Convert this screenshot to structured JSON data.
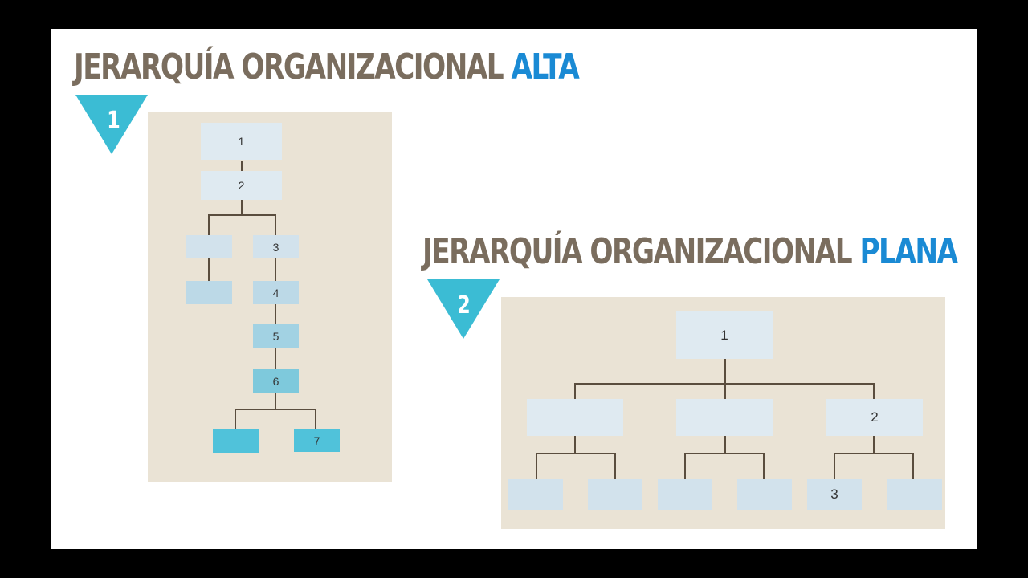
{
  "slide": {
    "title_alta": {
      "prefix": "JERARQUÍA ORGANIZACIONAL",
      "accent": "ALTA"
    },
    "title_plana": {
      "prefix": "JERARQUÍA ORGANIZACIONAL",
      "accent": "PLANA"
    },
    "markers": [
      {
        "label": "1"
      },
      {
        "label": "2"
      }
    ],
    "colors": {
      "title": "#7a6d5e",
      "accent": "#1a8ad4",
      "marker": "#3bbcd4",
      "panel": "#eae3d5"
    }
  },
  "tall_chart": {
    "levels": [
      {
        "boxes": [
          "1"
        ]
      },
      {
        "boxes": [
          "2"
        ]
      },
      {
        "boxes": [
          "",
          "3"
        ]
      },
      {
        "boxes": [
          "",
          "4"
        ]
      },
      {
        "boxes": [
          "5"
        ]
      },
      {
        "boxes": [
          "6"
        ]
      },
      {
        "boxes": [
          "",
          "7"
        ]
      }
    ]
  },
  "flat_chart": {
    "levels": [
      {
        "boxes": [
          "1"
        ]
      },
      {
        "boxes": [
          "",
          "",
          "2"
        ]
      },
      {
        "boxes": [
          "",
          "",
          "",
          "",
          "3",
          ""
        ]
      }
    ]
  }
}
